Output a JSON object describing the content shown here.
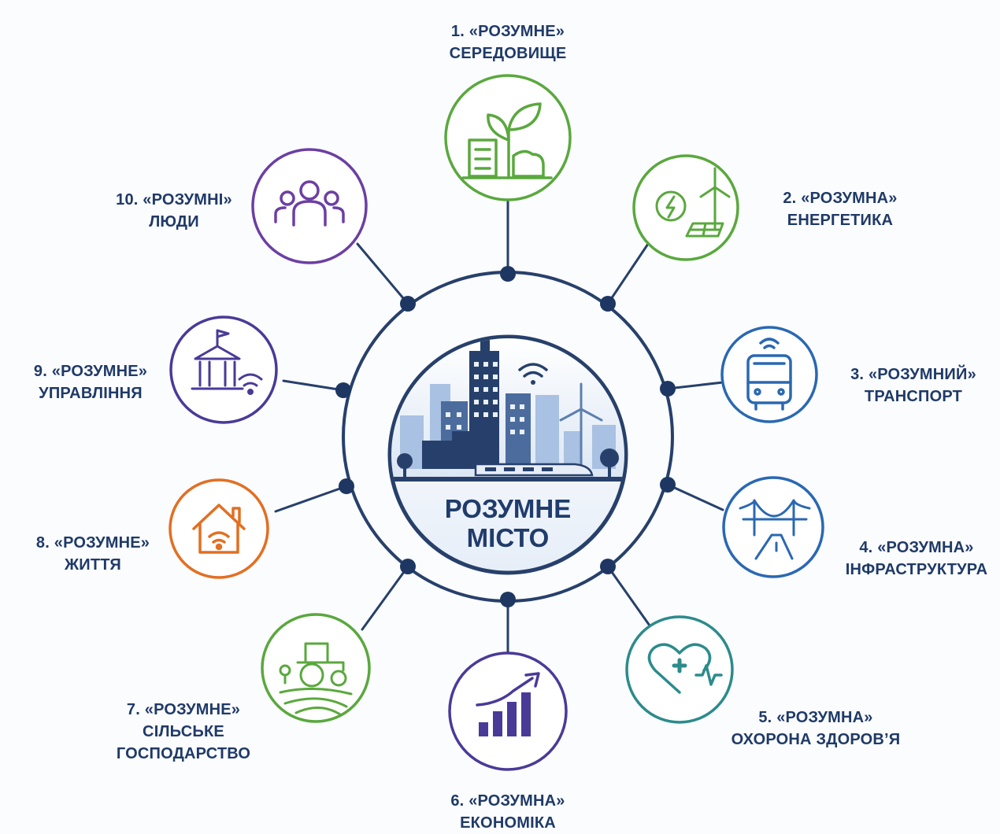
{
  "center": {
    "title_line1": "РОЗУМНЕ",
    "title_line2": "МІСТО"
  },
  "colors": {
    "navy": "#1f3a68",
    "green": "#5aa83e",
    "blue": "#2a68b2",
    "teal": "#2c8b8b",
    "purple": "#4a3a98",
    "orange": "#e26f22",
    "violet": "#6c3fa3"
  },
  "nodes": [
    {
      "id": "environment",
      "line1": "1. «РОЗУМНЕ»",
      "line2": "СЕРЕДОВИЩЕ",
      "icon": "plant-city-icon",
      "color": "#5aa83e"
    },
    {
      "id": "energy",
      "line1": "2. «РОЗУМНА»",
      "line2": "ЕНЕРГЕТИКА",
      "icon": "wind-solar-icon",
      "color": "#5aa83e"
    },
    {
      "id": "transport",
      "line1": "3. «РОЗУМНИЙ»",
      "line2": "ТРАНСПОРТ",
      "icon": "bus-icon",
      "color": "#2a68b2"
    },
    {
      "id": "infrastructure",
      "line1": "4. «РОЗУМНА»",
      "line2": "ІНФРАСТРУКТУРА",
      "icon": "bridge-icon",
      "color": "#2a68b2"
    },
    {
      "id": "health",
      "line1": "5. «РОЗУМНА»",
      "line2": "ОХОРОНА ЗДОРОВ’Я",
      "icon": "heart-pulse-icon",
      "color": "#2c8b8b"
    },
    {
      "id": "economy",
      "line1": "6. «РОЗУМНА»",
      "line2": "ЕКОНОМІКА",
      "icon": "growth-chart-icon",
      "color": "#4a3a98"
    },
    {
      "id": "agriculture",
      "line1": "7. «РОЗУМНЕ»",
      "line2": "СІЛЬСЬКЕ",
      "line3": "ГОСПОДАРСТВО",
      "icon": "tractor-icon",
      "color": "#5aa83e"
    },
    {
      "id": "living",
      "line1": "8. «РОЗУМНЕ»",
      "line2": "ЖИТТЯ",
      "icon": "smart-home-icon",
      "color": "#e26f22"
    },
    {
      "id": "governance",
      "line1": "9. «РОЗУМНЕ»",
      "line2": "УПРАВЛІННЯ",
      "icon": "government-building-icon",
      "color": "#4a3a98"
    },
    {
      "id": "people",
      "line1": "10. «РОЗУМНІ»",
      "line2": "ЛЮДИ",
      "icon": "people-group-icon",
      "color": "#6c3fa3"
    }
  ]
}
